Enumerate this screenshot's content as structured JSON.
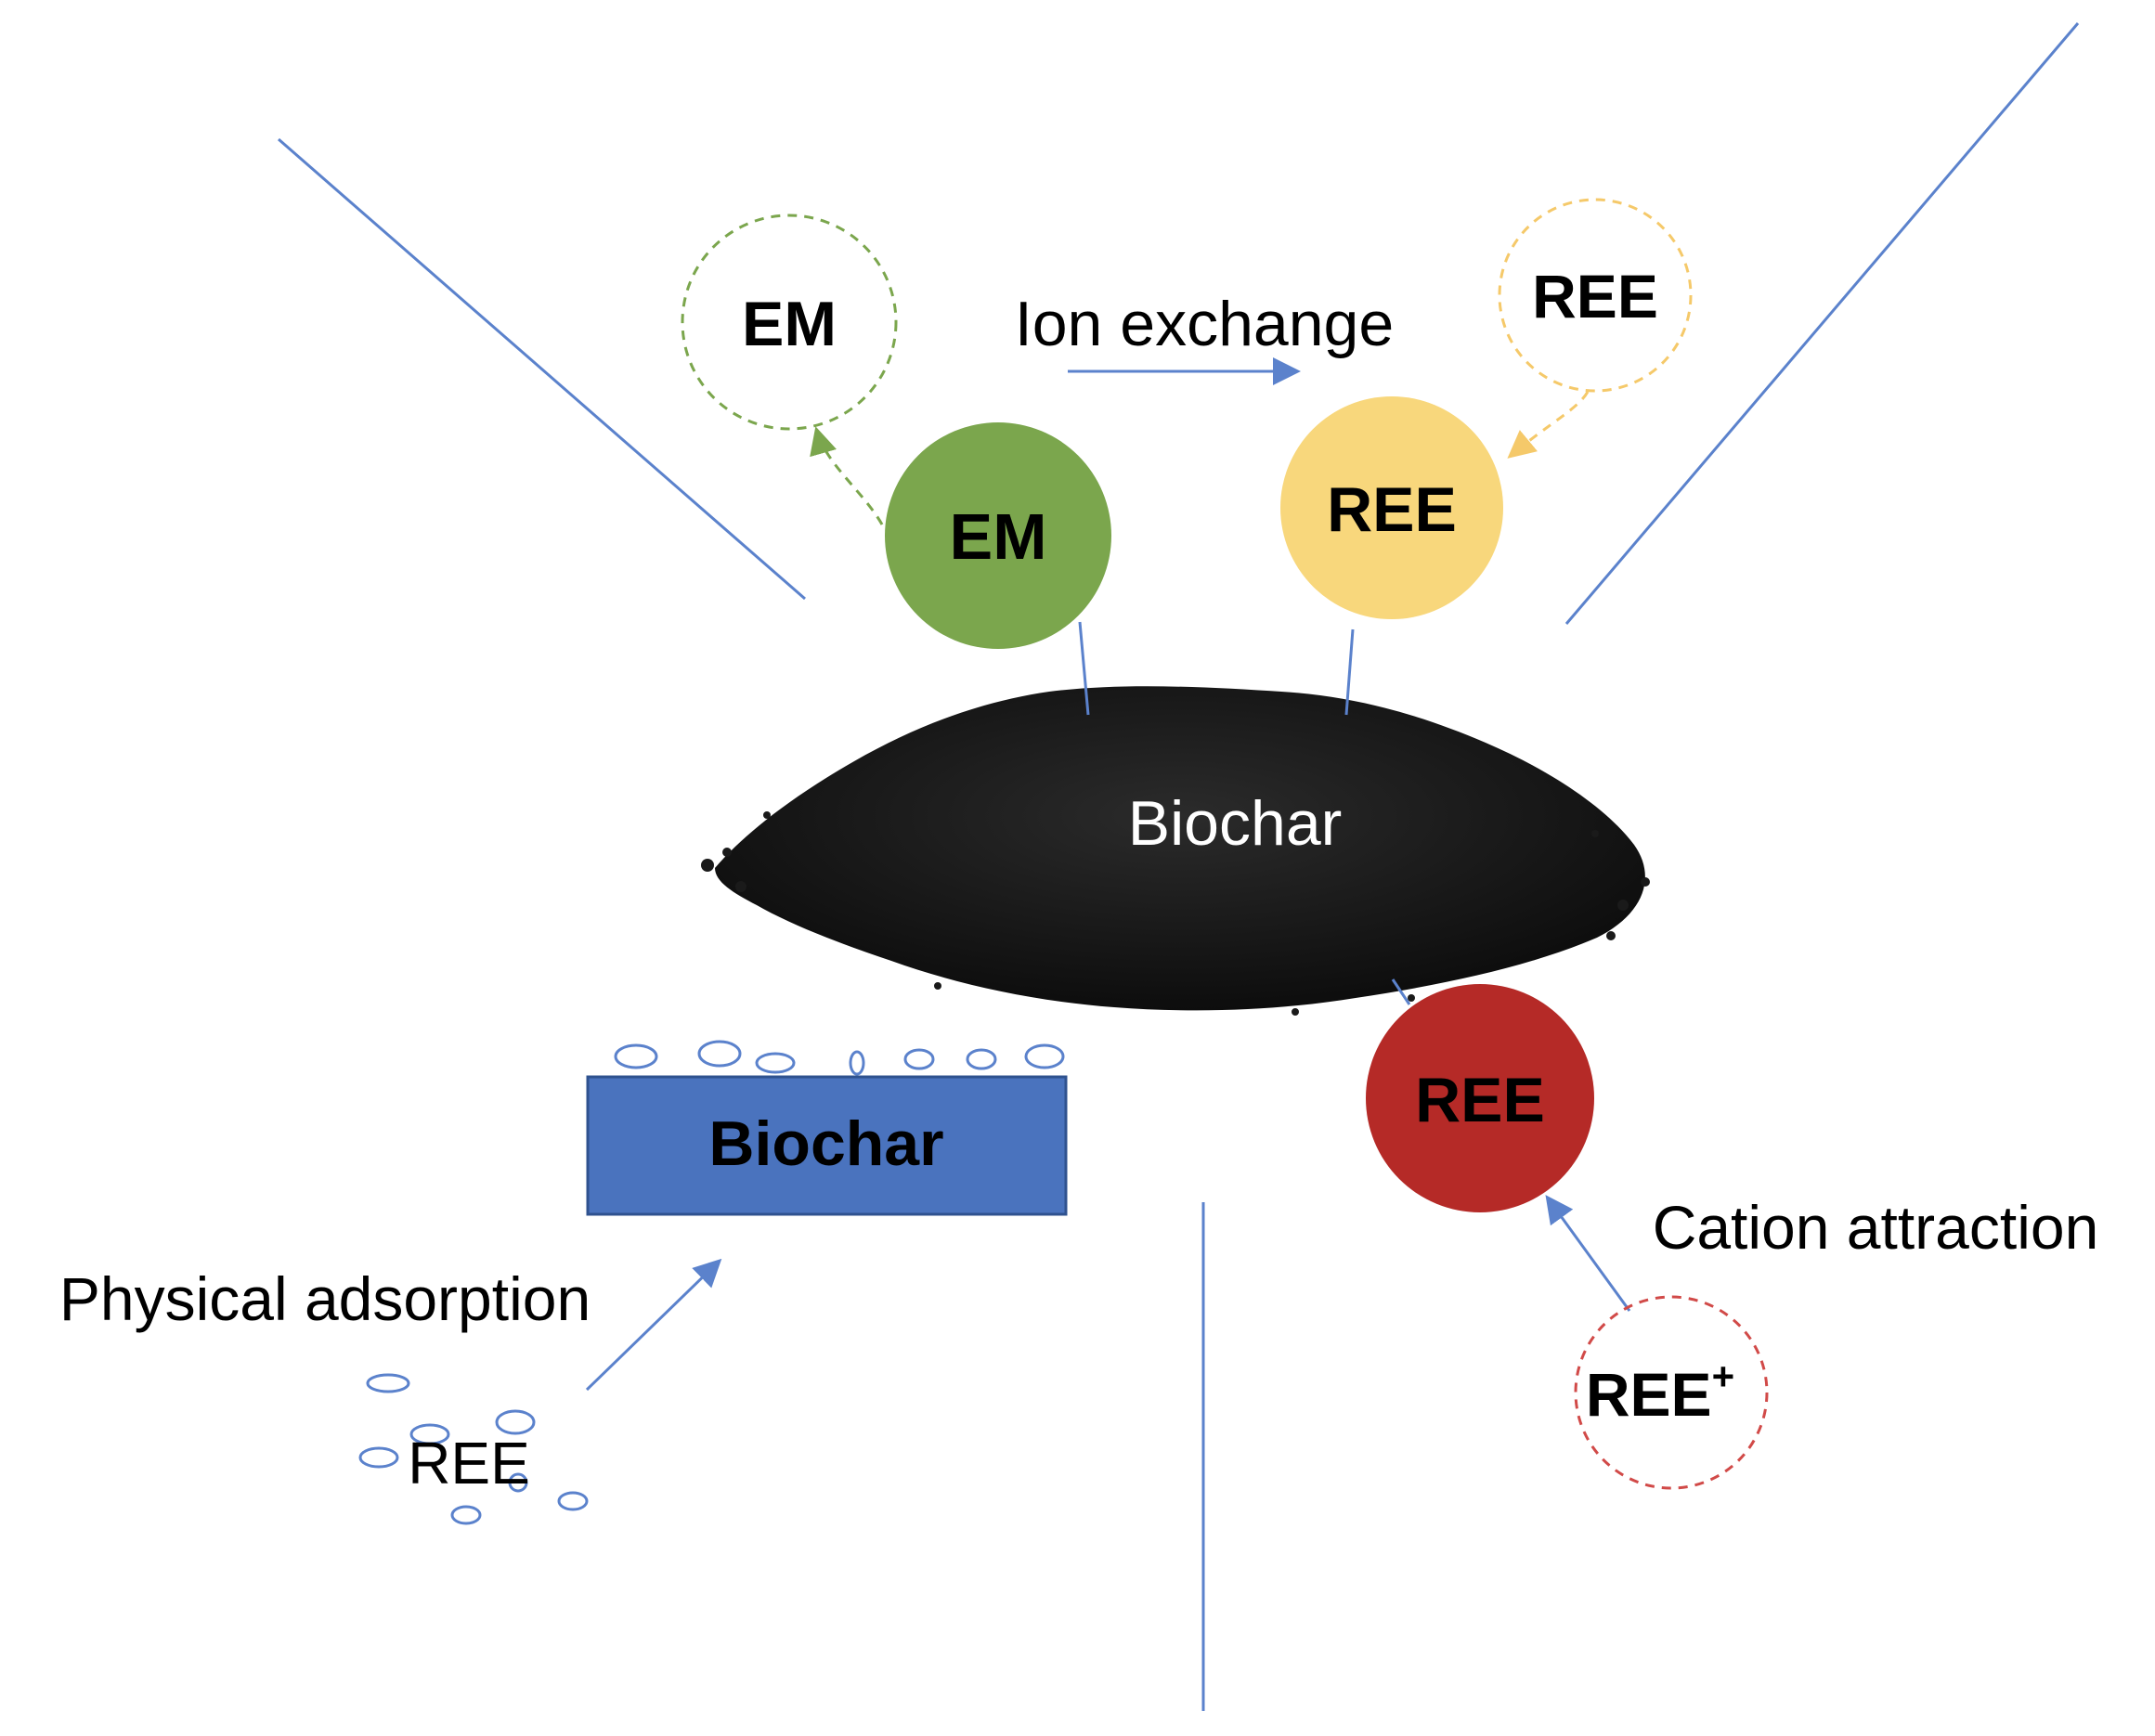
{
  "labels": {
    "ion_exchange": "Ion exchange",
    "physical_adsorption": "Physical adsorption",
    "cation_attraction": "Cation attraction",
    "biochar_pile": "Biochar",
    "biochar_block": "Biochar"
  },
  "ion_exchange": {
    "em_bound": "EM",
    "em_released": "EM",
    "ree_bound": "REE",
    "ree_incoming": "REE"
  },
  "cation_attraction": {
    "ree_bound": "REE",
    "ree_ion": "REE",
    "ree_ion_charge": "+"
  },
  "physical_adsorption": {
    "ree_free": "REE"
  },
  "colors": {
    "em": "#7ba64d",
    "ree_exchange": "#f8d77c",
    "ree_cation": "#b52a27",
    "block": "#4a73be",
    "connector_line": "#5b82cc",
    "em_dashed": "#7ba64d",
    "ree_dashed": "#f5c96a",
    "cation_dashed": "#d14a48",
    "biochar": "#1a1a1a"
  }
}
